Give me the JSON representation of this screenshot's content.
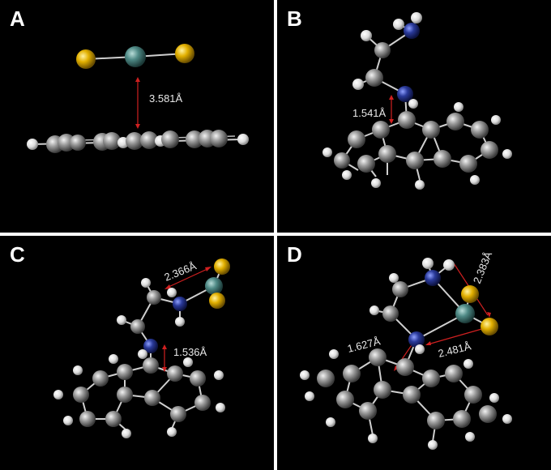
{
  "panels": [
    {
      "letter": "A",
      "distance": "3.581Å"
    },
    {
      "letter": "B",
      "distance": "1.541Å"
    },
    {
      "letter": "C",
      "distances": [
        "2.366Å",
        "1.536Å"
      ]
    },
    {
      "letter": "D",
      "distances": [
        "2.383Å",
        "1.627Å",
        "2.481Å"
      ]
    }
  ],
  "colors": {
    "background": "#000000",
    "carbon": "#8a8a8a",
    "hydrogen": "#f0f0f0",
    "nitrogen": "#2a3a9a",
    "sulfur": "#e0b000",
    "metal": "#4f8a86",
    "arrow": "#d02020"
  }
}
